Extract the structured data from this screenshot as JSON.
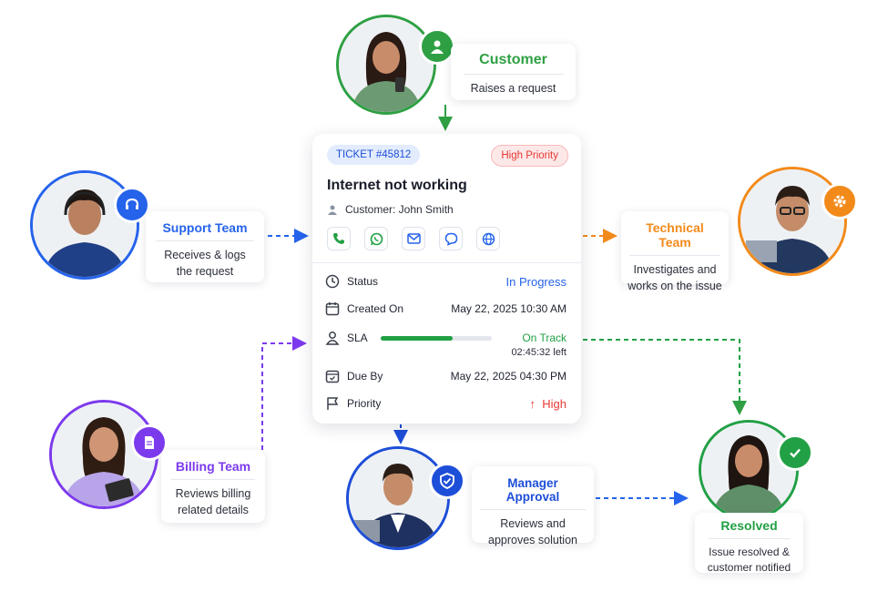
{
  "customer": {
    "title": "Customer",
    "desc": "Raises a request"
  },
  "support": {
    "title": "Support Team",
    "desc_lines": [
      "Receives & logs",
      "the request"
    ]
  },
  "technical": {
    "title": "Technical Team",
    "desc_lines": [
      "Investigates and",
      "works on the issue"
    ]
  },
  "billing": {
    "title": "Billing Team",
    "desc_lines": [
      "Reviews billing",
      "related details"
    ]
  },
  "manager": {
    "title": "Manager Approval",
    "desc_lines": [
      "Reviews and",
      "approves solution"
    ]
  },
  "resolved": {
    "title": "Resolved",
    "desc_lines": [
      "Issue resolved &",
      "customer notified"
    ]
  },
  "ticket": {
    "id": "TICKET #45812",
    "priority_badge": "High Priority",
    "title": "Internet not working",
    "customer": "Customer: John Smith",
    "channels": [
      "phone-icon",
      "whatsapp-icon",
      "email-icon",
      "chat-icon",
      "web-icon"
    ],
    "status": {
      "label": "Status",
      "value": "In Progress"
    },
    "created": {
      "label": "Created On",
      "value": "May 22, 2025 10:30 AM"
    },
    "sla": {
      "label": "SLA",
      "value": "On Track",
      "time_left": "02:45:32 left",
      "progress": 0.65
    },
    "due": {
      "label": "Due By",
      "value": "May 22, 2025 04:30 PM"
    },
    "priority": {
      "label": "Priority",
      "value": "High",
      "arrow": "↑"
    }
  },
  "colors": {
    "customer": "#2ea043",
    "support": "#2563eb",
    "technical": "#f28a1a",
    "billing": "#7c3aed",
    "manager": "#1d4ed8",
    "resolved": "#22a045",
    "high": "#e53935",
    "in_progress": "#2563eb",
    "on_track": "#22a045"
  }
}
